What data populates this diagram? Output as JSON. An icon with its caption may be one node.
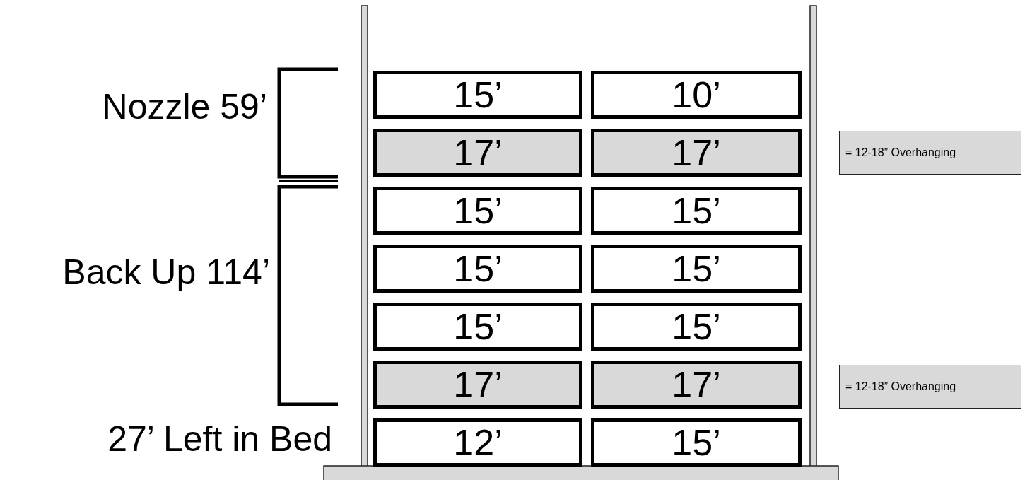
{
  "diagram": {
    "nodes": [
      {
        "text": [
          "15’"
        ]
      },
      {
        "text": [
          "10’"
        ]
      },
      {
        "text": [
          "17’"
        ]
      },
      {
        "text": [
          "17’"
        ]
      },
      {
        "text": [
          "15’"
        ]
      },
      {
        "text": [
          "15’"
        ]
      },
      {
        "text": [
          "15’"
        ]
      },
      {
        "text": [
          "15’"
        ]
      },
      {
        "text": [
          "15’"
        ]
      },
      {
        "text": [
          "15’"
        ]
      },
      {
        "text": [
          "17’"
        ]
      },
      {
        "text": [
          "17’"
        ]
      },
      {
        "text": [
          "12’"
        ]
      },
      {
        "text": [
          "15’"
        ]
      }
    ],
    "labels": [
      "Nozzle 59’",
      "Back Up 114’",
      "27’ Left in Bed"
    ],
    "legend": [
      {
        "text": "= 12-18” Overhanging",
        "color": "#d9d9d9"
      },
      {
        "text": "= 12-18” Overhanging",
        "color": "#d9d9d9"
      }
    ]
  }
}
